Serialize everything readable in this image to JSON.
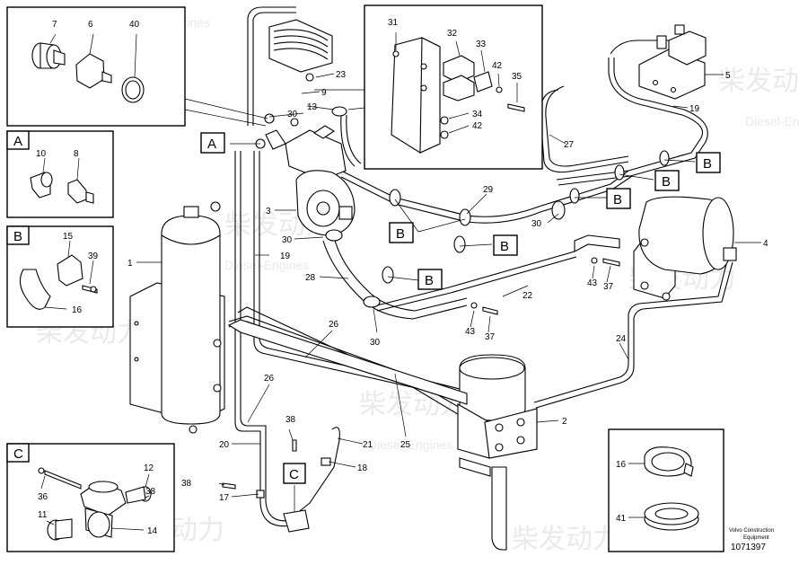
{
  "colors": {
    "ink": "#000000",
    "paper": "#ffffff",
    "watermark": "#d9d9d9"
  },
  "footer": {
    "line1": "Volvo Construction",
    "line2": "Equipment",
    "drawing_no": "1071397"
  },
  "watermark": {
    "brand_cn": "柴发动力",
    "brand_en": "Diesel-Engines"
  },
  "callouts": {
    "p1": "1",
    "p2": "2",
    "p3": "3",
    "p4": "4",
    "p5": "5",
    "p6": "6",
    "p7": "7",
    "p8": "8",
    "p9": "9",
    "p10": "10",
    "p11": "11",
    "p12": "12",
    "p13": "13",
    "p14": "14",
    "p15": "15",
    "p16": "16",
    "p16c": "16",
    "p17": "17",
    "p18": "18",
    "p19a": "19",
    "p19b": "19",
    "p20": "20",
    "p21": "21",
    "p22": "22",
    "p23": "23",
    "p24": "24",
    "p25": "25",
    "p26a": "26",
    "p26b": "26",
    "p27": "27",
    "p28": "28",
    "p29": "29",
    "p30a": "30",
    "p30b": "30",
    "p30c": "30",
    "p30d": "30",
    "p31": "31",
    "p32": "32",
    "p33": "33",
    "p34": "34",
    "p35": "35",
    "p36": "36",
    "p37a": "37",
    "p37b": "37",
    "p38a": "38",
    "p38b": "38",
    "p39": "39",
    "p40": "40",
    "p41": "41",
    "p42a": "42",
    "p42b": "42",
    "p43a": "43",
    "p43b": "43"
  },
  "section_tags": {
    "A_panel": "A",
    "B_panel": "B",
    "C_panel": "C",
    "A_view": "A",
    "C_view": "C",
    "B1": "B",
    "B2": "B",
    "B3": "B",
    "B4": "B",
    "B5": "B",
    "B6": "B"
  }
}
